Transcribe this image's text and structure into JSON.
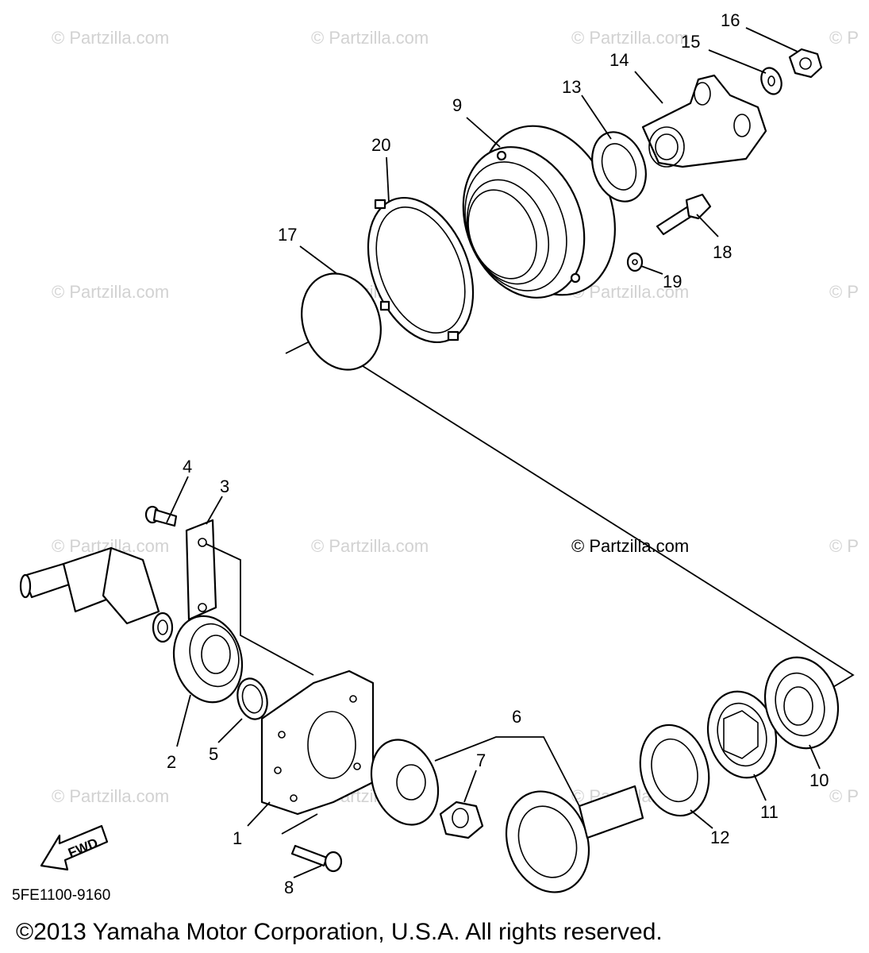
{
  "watermark": "© Partzilla.com",
  "watermark_short": "© P",
  "diagram_code": "5FE1100-9160",
  "fwd_label": "FWD",
  "copyright": "©2013  Yamaha Motor Corporation, U.S.A. All rights reserved.",
  "callouts": {
    "p1": "1",
    "p2": "2",
    "p3": "3",
    "p4": "4",
    "p5": "5",
    "p6": "6",
    "p7": "7",
    "p8": "8",
    "p9": "9",
    "p10": "10",
    "p11": "11",
    "p12": "12",
    "p13": "13",
    "p14": "14",
    "p15": "15",
    "p16": "16",
    "p17": "17",
    "p18": "18",
    "p19": "19",
    "p20": "20"
  },
  "icons": {
    "fwd_arrow": "arrow-forward-icon"
  },
  "colors": {
    "line": "#000000",
    "watermark": "#d2d2d2",
    "background": "#ffffff"
  }
}
